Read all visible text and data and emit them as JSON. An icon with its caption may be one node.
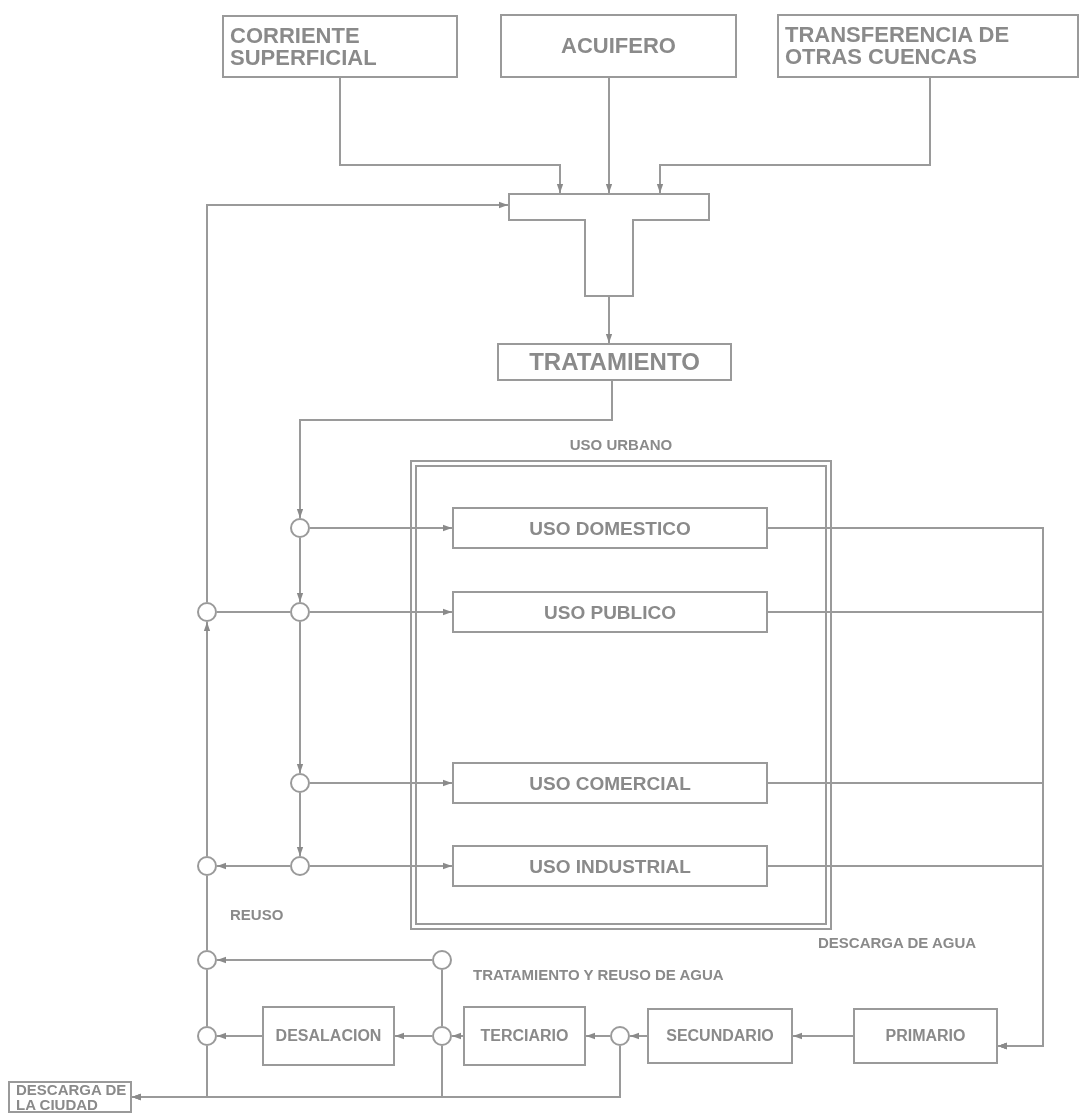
{
  "diagram": {
    "nodes": [
      {
        "text": [
          "CORRIENTE SUPERFICIAL"
        ]
      },
      {
        "text": [
          "ACUIFERO"
        ]
      },
      {
        "text": [
          "TRANSFERENCIA DE OTRAS CUENCAS"
        ]
      },
      {
        "text": [],
        "shape": "box"
      },
      {
        "text": [
          "TRATAMIENTO"
        ]
      },
      {
        "text": [
          "USO URBANO"
        ]
      },
      {
        "text": [
          "USO DOMESTICO"
        ],
        "in": 5
      },
      {
        "text": [
          "USO PUBLICO"
        ],
        "in": 5
      },
      {
        "text": [
          "USO COMERCIAL"
        ],
        "in": 5
      },
      {
        "text": [
          "USO INDUSTRIAL"
        ],
        "in": 5
      },
      {
        "text": [],
        "shape": "circle"
      },
      {
        "text": [],
        "shape": "circle"
      },
      {
        "text": [],
        "shape": "circle"
      },
      {
        "text": [],
        "shape": "circle"
      },
      {
        "text": [],
        "shape": "circle"
      },
      {
        "text": [],
        "shape": "circle"
      },
      {
        "text": [],
        "shape": "circle"
      },
      {
        "text": [],
        "shape": "circle"
      },
      {
        "text": [],
        "shape": "circle"
      },
      {
        "text": [
          "DESALACION"
        ]
      },
      {
        "text": [],
        "shape": "circle"
      },
      {
        "text": [
          "TERCIARIO"
        ]
      },
      {
        "text": [],
        "shape": "circle"
      },
      {
        "text": [
          "SECUNDARIO"
        ]
      },
      {
        "text": [
          "PRIMARIO"
        ]
      },
      {
        "text": [
          "DESCARGA DE LA CIUDAD"
        ]
      }
    ],
    "edges": [
      {
        "from": 0,
        "to": 3,
        "arrow": "to"
      },
      {
        "from": 1,
        "to": 3,
        "arrow": "to"
      },
      {
        "from": 2,
        "to": 3,
        "arrow": "to"
      },
      {
        "from": 3,
        "to": 4,
        "arrow": "to"
      },
      {
        "from": 4,
        "to": 10,
        "arrow": "to"
      },
      {
        "from": 10,
        "to": 6,
        "arrow": "to"
      },
      {
        "from": 10,
        "to": 12,
        "arrow": "to"
      },
      {
        "from": 12,
        "to": 7,
        "arrow": "to"
      },
      {
        "from": 11,
        "to": 12,
        "arrow": "none"
      },
      {
        "from": 12,
        "to": 13,
        "arrow": "to"
      },
      {
        "from": 13,
        "to": 8,
        "arrow": "to"
      },
      {
        "from": 13,
        "to": 15,
        "arrow": "to"
      },
      {
        "from": 15,
        "to": 9,
        "arrow": "to"
      },
      {
        "from": 15,
        "to": 14,
        "arrow": "to"
      },
      {
        "from": 6,
        "to": 24,
        "arrow": "to"
      },
      {
        "from": 7,
        "to": 24,
        "arrow": "to"
      },
      {
        "from": 8,
        "to": 24,
        "arrow": "to"
      },
      {
        "from": 9,
        "to": 24,
        "arrow": "to"
      },
      {
        "from": 24,
        "to": 23,
        "arrow": "to"
      },
      {
        "from": 23,
        "to": 22,
        "arrow": "to"
      },
      {
        "from": 22,
        "to": 21,
        "arrow": "to"
      },
      {
        "from": 21,
        "to": 20,
        "arrow": "to"
      },
      {
        "from": 20,
        "to": 19,
        "arrow": "to"
      },
      {
        "from": 19,
        "to": 18,
        "arrow": "to"
      },
      {
        "from": 20,
        "to": 17,
        "arrow": "none"
      },
      {
        "from": 17,
        "to": 16,
        "arrow": "to"
      },
      {
        "from": 18,
        "to": 16,
        "arrow": "none"
      },
      {
        "from": 16,
        "to": 14,
        "arrow": "none"
      },
      {
        "from": 14,
        "to": 11,
        "arrow": "to"
      },
      {
        "from": 11,
        "to": 3,
        "arrow": "to"
      },
      {
        "from": 22,
        "to": 25,
        "arrow": "to"
      },
      {
        "from": 20,
        "to": 25,
        "arrow": "to"
      },
      {
        "from": 18,
        "to": 25,
        "arrow": "to"
      }
    ],
    "labels": [
      "REUSO",
      "DESCARGA DE AGUA",
      "TRATAMIENTO Y REUSO DE AGUA"
    ]
  }
}
